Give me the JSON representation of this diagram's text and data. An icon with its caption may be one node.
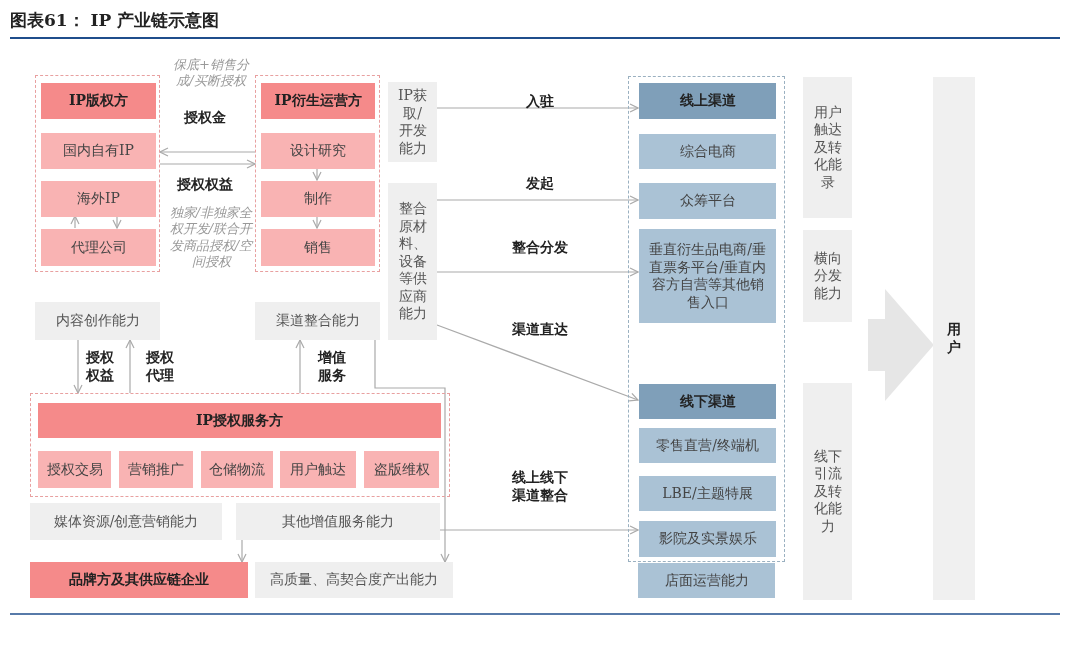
{
  "diagram": {
    "title": "图表61： IP 产业链示意图",
    "nodes": [
      {
        "text": [],
        "shape": "box"
      },
      {
        "text": [
          "IP版权方"
        ],
        "in": 0
      },
      {
        "text": [
          "国内自有IP"
        ],
        "in": 0
      },
      {
        "text": [
          "海外IP"
        ],
        "in": 0
      },
      {
        "text": [
          "代理公司"
        ],
        "in": 0
      },
      {
        "text": [],
        "shape": "box"
      },
      {
        "text": [
          "IP衍生运营方"
        ],
        "in": 5
      },
      {
        "text": [
          "设计研究"
        ],
        "in": 5
      },
      {
        "text": [
          "制作"
        ],
        "in": 5
      },
      {
        "text": [
          "销售"
        ],
        "in": 5
      },
      {
        "text": [
          "IP获取/开发能力"
        ]
      },
      {
        "text": [
          "整合原材料、设备等供应商能力"
        ]
      },
      {
        "text": [
          "内容创作能力"
        ]
      },
      {
        "text": [
          "渠道整合能力"
        ]
      },
      {
        "text": [],
        "shape": "box"
      },
      {
        "text": [
          "IP授权服务方"
        ],
        "in": 14
      },
      {
        "text": [
          "授权交易"
        ],
        "in": 14
      },
      {
        "text": [
          "营销推广"
        ],
        "in": 14
      },
      {
        "text": [
          "仓储物流"
        ],
        "in": 14
      },
      {
        "text": [
          "用户触达"
        ],
        "in": 14
      },
      {
        "text": [
          "盗版维权"
        ],
        "in": 14
      },
      {
        "text": [
          "媒体资源/创意营销能力"
        ]
      },
      {
        "text": [
          "其他增值服务能力"
        ]
      },
      {
        "text": [
          "品牌方及其供应链企业"
        ]
      },
      {
        "text": [
          "高质量、高契合度产出能力"
        ]
      },
      {
        "text": [],
        "shape": "box"
      },
      {
        "text": [
          "线上渠道"
        ],
        "in": 25
      },
      {
        "text": [
          "综合电商"
        ],
        "in": 25
      },
      {
        "text": [
          "众筹平台"
        ],
        "in": 25
      },
      {
        "text": [
          "垂直衍生品电商/垂直票务平台/垂直内容方自营等其他销售入口"
        ],
        "in": 25
      },
      {
        "text": [
          "线下渠道"
        ],
        "in": 25
      },
      {
        "text": [
          "零售直营/终端机"
        ],
        "in": 25
      },
      {
        "text": [
          "LBE/主题特展"
        ],
        "in": 25
      },
      {
        "text": [
          "影院及实景娱乐"
        ],
        "in": 25
      },
      {
        "text": [
          "店面运营能力"
        ]
      },
      {
        "text": [
          "用户触达及转化能录"
        ]
      },
      {
        "text": [
          "横向分发能力"
        ]
      },
      {
        "text": [
          "线下引流及转化能力"
        ]
      },
      {
        "text": [
          "用户"
        ]
      }
    ],
    "edges": [
      {
        "from": 5,
        "to": 0,
        "arrow": "to",
        "label": "授权金"
      },
      {
        "from": 0,
        "to": 5,
        "arrow": "to",
        "label": "授权权益"
      },
      {
        "from": 7,
        "to": 8,
        "arrow": "to"
      },
      {
        "from": 8,
        "to": 9,
        "arrow": "to"
      },
      {
        "from": 4,
        "to": 3,
        "arrow": "to"
      },
      {
        "from": 3,
        "to": 4,
        "arrow": "to"
      },
      {
        "from": 12,
        "to": 14,
        "arrow": "to",
        "label": "授权权益"
      },
      {
        "from": 14,
        "to": 12,
        "arrow": "to",
        "label": "授权代理"
      },
      {
        "from": 14,
        "to": 13,
        "arrow": "to",
        "label": "增值服务"
      },
      {
        "from": 13,
        "to": 24,
        "arrow": "to"
      },
      {
        "from": 22,
        "to": 23,
        "arrow": "to"
      },
      {
        "from": 10,
        "to": 26,
        "arrow": "to",
        "label": "入驻"
      },
      {
        "from": 11,
        "to": 28,
        "arrow": "to",
        "label": "发起"
      },
      {
        "from": 11,
        "to": 29,
        "arrow": "to",
        "label": "整合分发"
      },
      {
        "from": 11,
        "to": 30,
        "arrow": "to",
        "label": "渠道直达"
      },
      {
        "from": 22,
        "to": 33,
        "arrow": "to",
        "label": "线上线下渠道整合"
      },
      {
        "from": null,
        "to": 38,
        "arrow": "to",
        "style": "thick",
        "color": "#e6e6e6"
      }
    ],
    "labels": [
      "保底+销售分成/买断授权",
      "独家/非独家全权开发/联合开发商品授权/空间授权"
    ]
  }
}
